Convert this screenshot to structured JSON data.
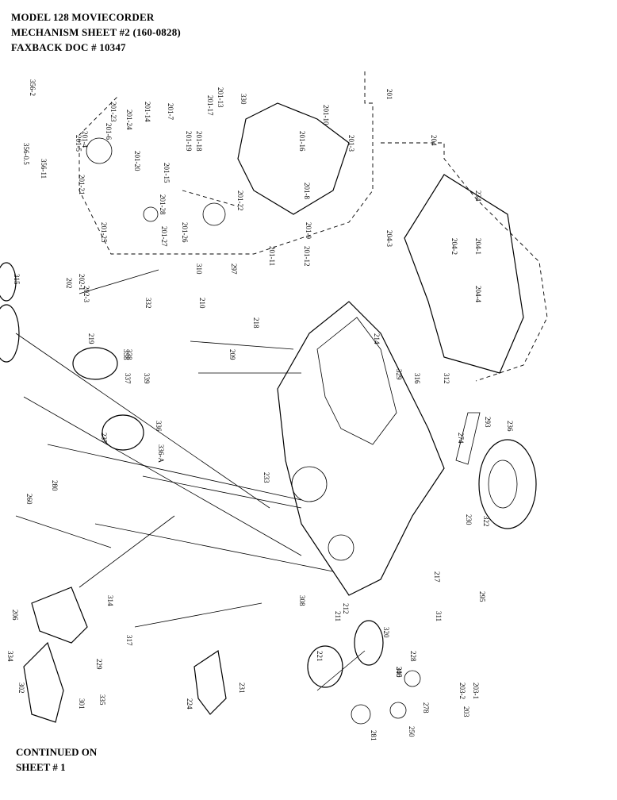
{
  "header": {
    "line1": "MODEL 128 MOVIECORDER",
    "line2": "MECHANISM SHEET #2   (160-0828)",
    "line3": "FAXBACK DOC # 10347"
  },
  "footer": {
    "line1": "CONTINUED ON",
    "line2": "SHEET # 1"
  },
  "labels": [
    "356-2",
    "330",
    "201",
    "201-10",
    "201-3",
    "201-13",
    "201-17",
    "201-7",
    "201-14",
    "201-23",
    "201-24",
    "201-4",
    "201-6",
    "201-5",
    "201-20",
    "201-18",
    "201-15",
    "201-19",
    "201-21",
    "201-22",
    "201-8",
    "201-9",
    "201-11",
    "201-12",
    "201-16",
    "356-0.5",
    "356-11",
    "201-25",
    "201-26",
    "201-27",
    "201-28",
    "202",
    "202-1",
    "202-3",
    "315",
    "332",
    "310",
    "210",
    "297",
    "218",
    "209",
    "219",
    "338",
    "337",
    "339",
    "237",
    "336",
    "336-A",
    "204",
    "204-1",
    "204-2",
    "204-3",
    "204-4",
    "234",
    "214",
    "329",
    "316",
    "312",
    "274",
    "293",
    "236",
    "233",
    "221",
    "230",
    "322",
    "280",
    "260",
    "217",
    "295",
    "206",
    "314",
    "317",
    "334",
    "229",
    "302",
    "301",
    "335",
    "308",
    "211",
    "212",
    "240",
    "228",
    "320",
    "311",
    "203-1",
    "203-2",
    "203",
    "305",
    "278",
    "281",
    "250",
    "231",
    "224",
    "358"
  ]
}
